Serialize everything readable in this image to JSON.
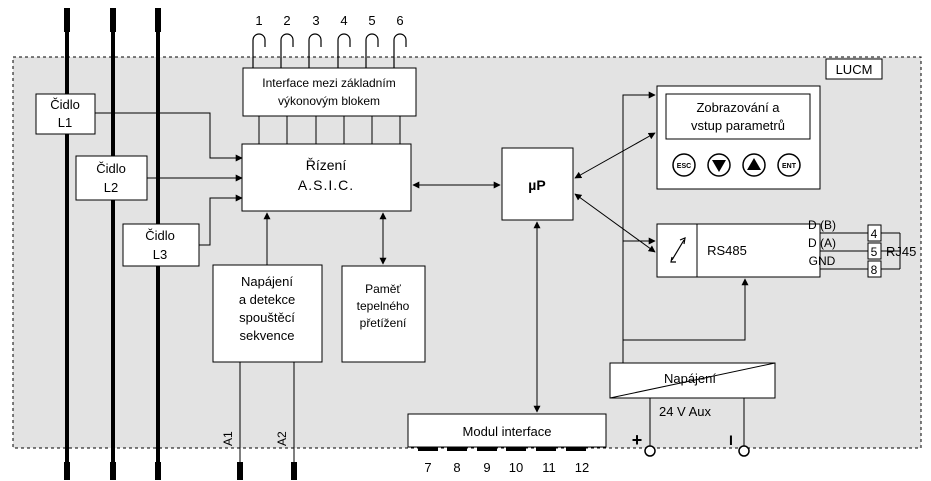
{
  "module_name": "LUCM",
  "terminals_top": [
    "1",
    "2",
    "3",
    "4",
    "5",
    "6"
  ],
  "terminals_bottom": [
    "7",
    "8",
    "9",
    "10",
    "11",
    "12"
  ],
  "sensors": [
    {
      "line1": "Čidlo",
      "line2": "L1"
    },
    {
      "line1": "Čidlo",
      "line2": "L2"
    },
    {
      "line1": "Čidlo",
      "line2": "L3"
    }
  ],
  "interface_block": {
    "line1": "Interface mezi základním",
    "line2": "výkonovým blokem"
  },
  "asic_block": {
    "line1": "Řízení",
    "line2": "A.S.I.C."
  },
  "micro": "µP",
  "display_block": {
    "line1": "Zobrazování a",
    "line2": "vstup parametrů"
  },
  "keys": [
    {
      "label": "ESC",
      "icon": "esc-key-icon"
    },
    {
      "label": "",
      "icon": "down-arrow-key-icon"
    },
    {
      "label": "",
      "icon": "up-arrow-key-icon"
    },
    {
      "label": "ENT",
      "icon": "enter-key-icon"
    }
  ],
  "rs485": {
    "label": "RS485",
    "signals": [
      "D (B)",
      "D (A)",
      "GND"
    ],
    "pins": [
      "4",
      "5",
      "8"
    ],
    "connector": "RJ45"
  },
  "power_block": {
    "lines": [
      "Napájení",
      "a detekce",
      "spouštěcí",
      "sekvence"
    ]
  },
  "memory_block": {
    "lines": [
      "Paměť",
      "tepelného",
      "přetížení"
    ]
  },
  "supply": {
    "label": "Napájení",
    "voltage": "24 V Aux",
    "plus": "+",
    "minus": "I"
  },
  "inputs": [
    "A1",
    "A2"
  ],
  "module_interface": "Modul interface",
  "colors": {
    "background": "#e3e3e3",
    "line": "#000000",
    "box": "#ffffff"
  }
}
